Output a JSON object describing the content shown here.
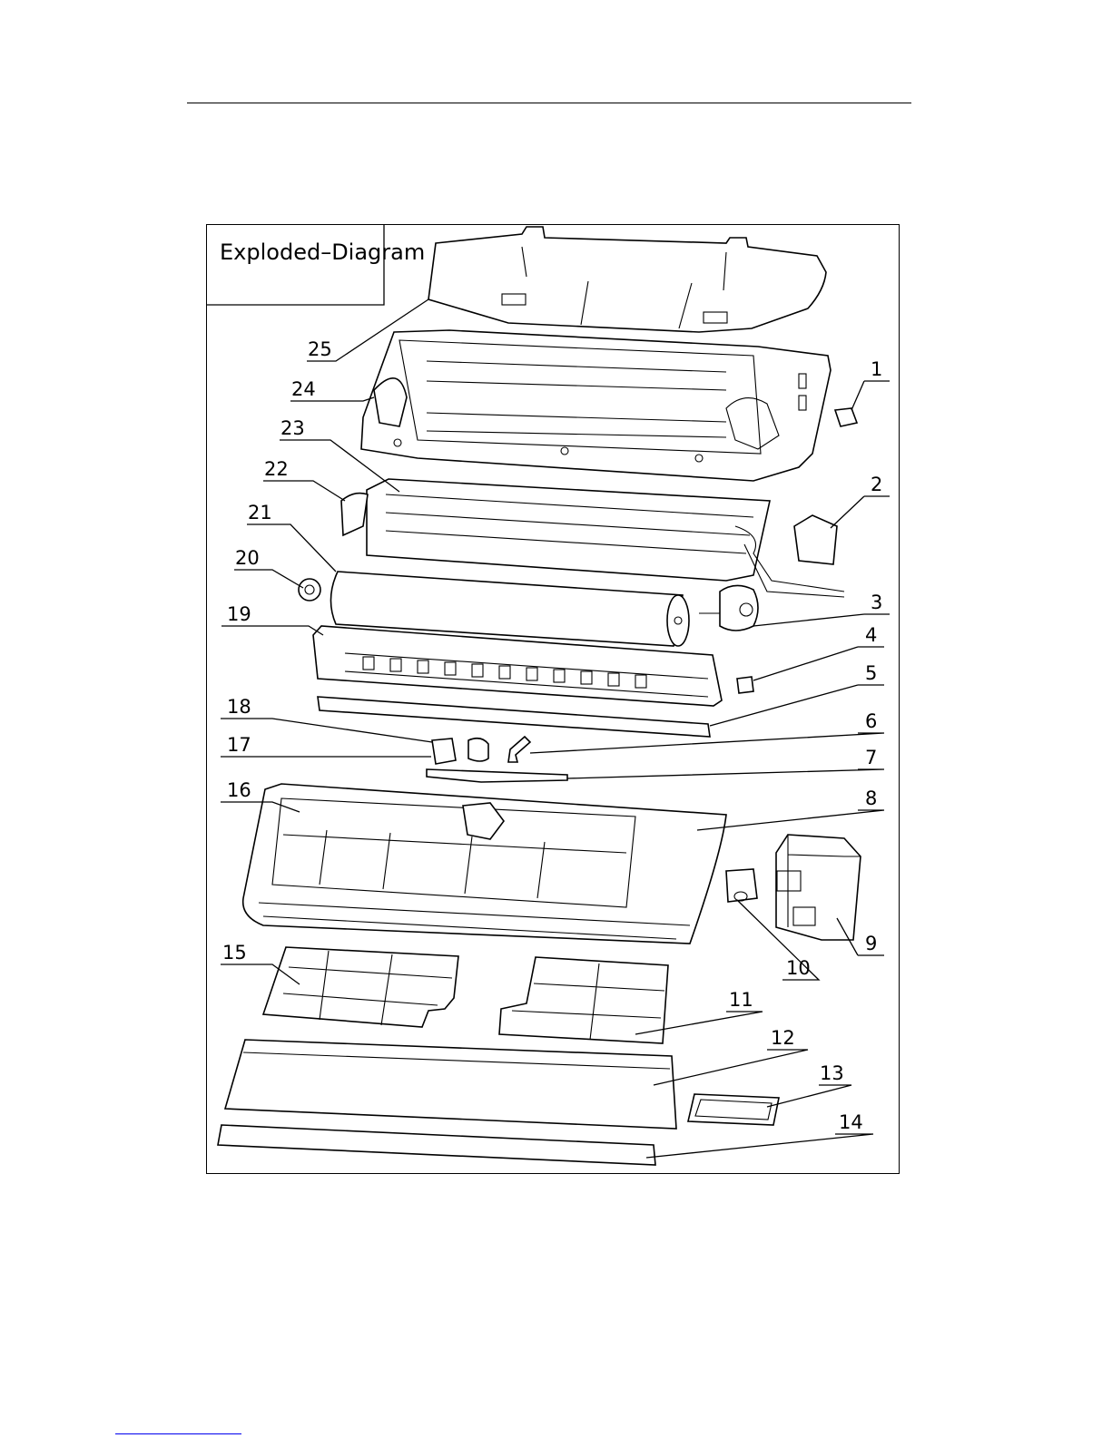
{
  "diagram": {
    "title": "Exploded–Diagram",
    "callouts": [
      {
        "id": "1",
        "label": "1"
      },
      {
        "id": "2",
        "label": "2"
      },
      {
        "id": "3",
        "label": "3"
      },
      {
        "id": "4",
        "label": "4"
      },
      {
        "id": "5",
        "label": "5"
      },
      {
        "id": "6",
        "label": "6"
      },
      {
        "id": "7",
        "label": "7"
      },
      {
        "id": "8",
        "label": "8"
      },
      {
        "id": "9",
        "label": "9"
      },
      {
        "id": "10",
        "label": "10"
      },
      {
        "id": "11",
        "label": "11"
      },
      {
        "id": "12",
        "label": "12"
      },
      {
        "id": "13",
        "label": "13"
      },
      {
        "id": "14",
        "label": "14"
      },
      {
        "id": "15",
        "label": "15"
      },
      {
        "id": "16",
        "label": "16"
      },
      {
        "id": "17",
        "label": "17"
      },
      {
        "id": "18",
        "label": "18"
      },
      {
        "id": "19",
        "label": "19"
      },
      {
        "id": "20",
        "label": "20"
      },
      {
        "id": "21",
        "label": "21"
      },
      {
        "id": "22",
        "label": "22"
      },
      {
        "id": "23",
        "label": "23"
      },
      {
        "id": "24",
        "label": "24"
      },
      {
        "id": "25",
        "label": "25"
      }
    ]
  }
}
